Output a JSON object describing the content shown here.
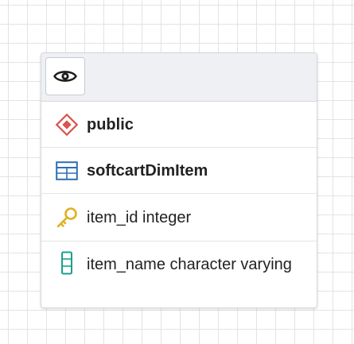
{
  "node": {
    "toolbar": {
      "view_icon": "eye-icon"
    },
    "schema": {
      "icon": "schema-diamond-icon",
      "name": "public"
    },
    "table": {
      "icon": "table-icon",
      "name": "softcartDimItem"
    },
    "columns": [
      {
        "icon": "key-icon",
        "name": "item_id",
        "type": "integer"
      },
      {
        "icon": "column-icon",
        "name": "item_name",
        "type": "character varying"
      }
    ]
  },
  "colors": {
    "schema_icon": "#d9534f",
    "table_icon": "#2c6fb7",
    "key_icon": "#e0b020",
    "column_icon": "#1a9f8f"
  }
}
